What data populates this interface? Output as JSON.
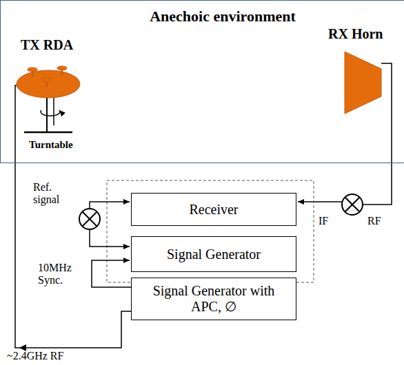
{
  "diagram": {
    "nodes": [
      {
        "text": [
          "Anechoic environment"
        ]
      },
      {
        "text": [
          "Receiver"
        ]
      },
      {
        "text": [
          "Signal Generator"
        ]
      },
      {
        "text": [
          "Signal Generator with APC, ∅"
        ]
      }
    ],
    "edges": [
      {
        "from": 3,
        "to": 2,
        "arrow": "to",
        "label": "10MHz Sync."
      }
    ],
    "labels": [
      "TX RDA",
      "RX Horn",
      "Turntable",
      "Ref. signal",
      "IF",
      "RF",
      "~2.4GHz RF"
    ]
  }
}
